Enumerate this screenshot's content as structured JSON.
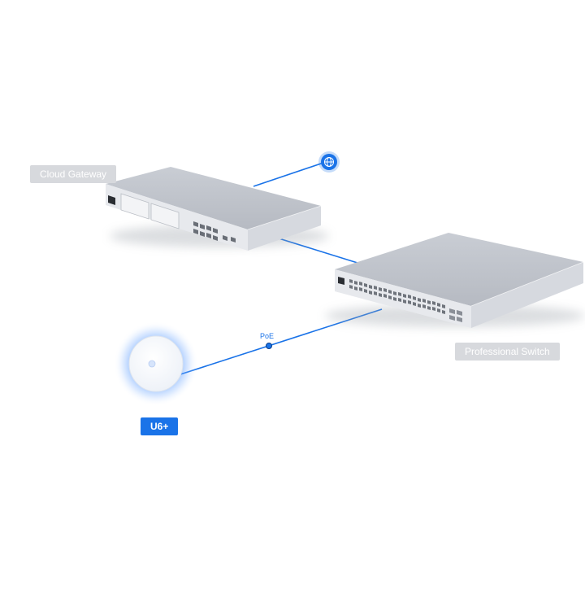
{
  "devices": {
    "gateway": {
      "label": "Cloud Gateway"
    },
    "switch": {
      "label": "Professional Switch"
    },
    "access_point": {
      "label": "U6+"
    }
  },
  "links": {
    "poe_label": "PoE"
  },
  "icons": {
    "internet": "globe-icon"
  },
  "colors": {
    "link_blue": "#1a73e8",
    "label_grey": "#d7d9dd",
    "device_silver": "#cfd3da"
  }
}
